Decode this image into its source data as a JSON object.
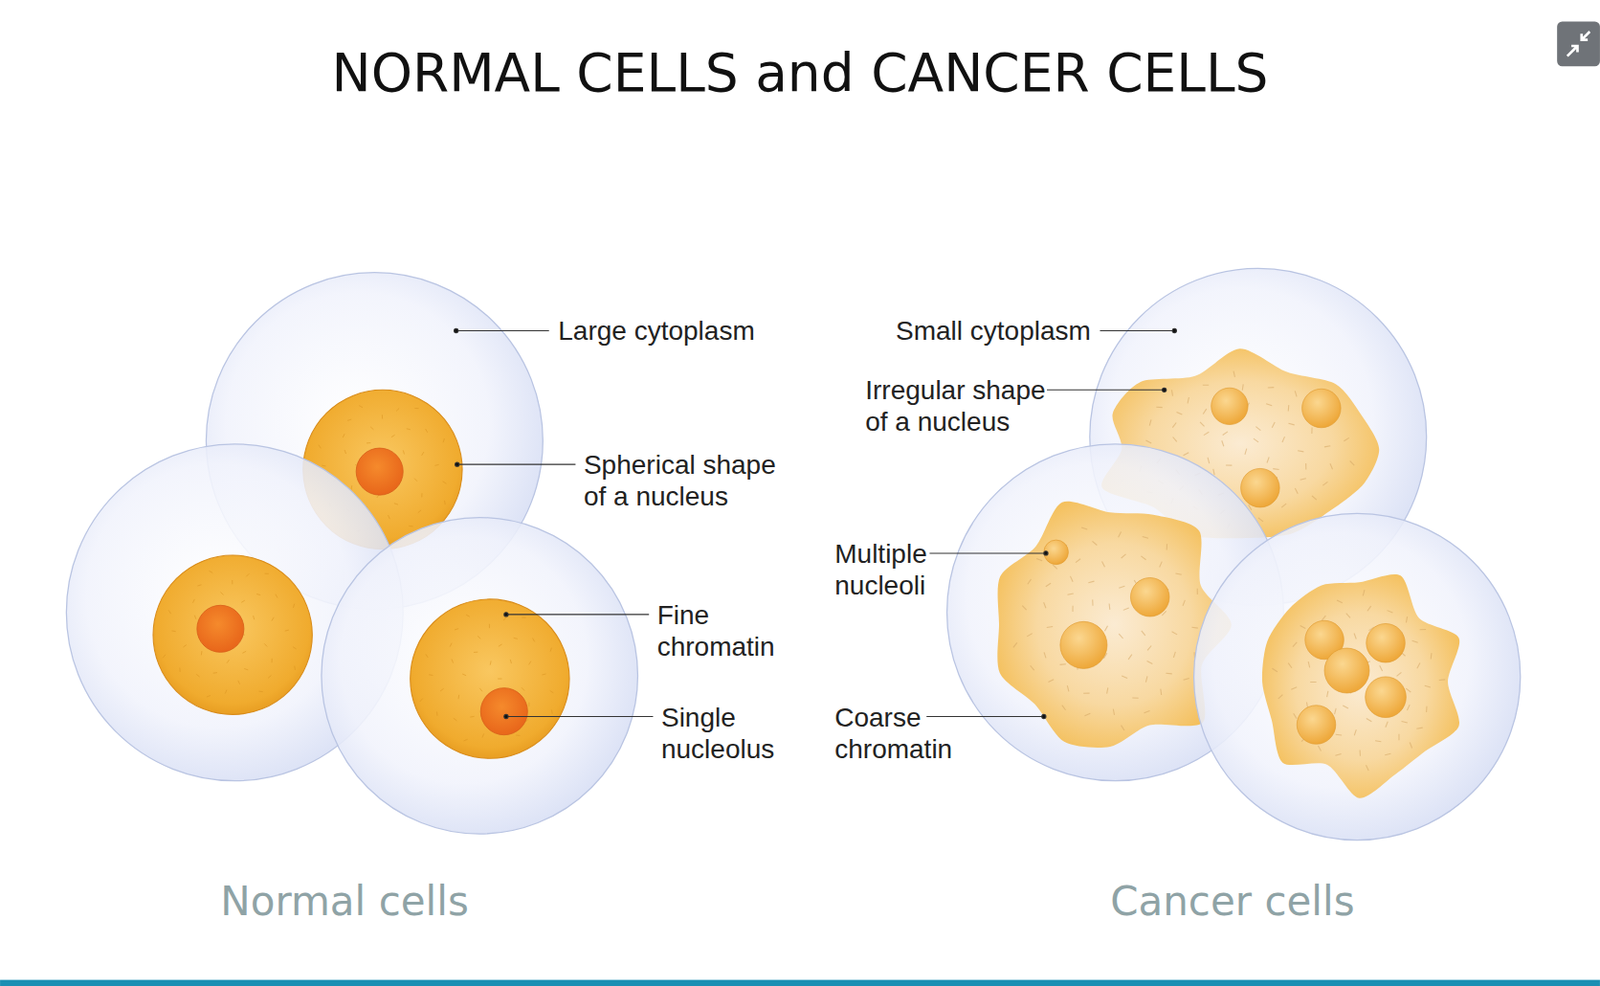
{
  "diagram": {
    "title": "NORMAL CELLS and CANCER CELLS",
    "labels": [
      "Large cytoplasm",
      "Spherical shape of a nucleus",
      "Fine chromatin",
      "Single nucleolus",
      "Small cytoplasm",
      "Irregular shape of a nucleus",
      "Multiple nucleoli",
      "Coarse chromatin",
      "Normal cells",
      "Cancer cells"
    ]
  }
}
